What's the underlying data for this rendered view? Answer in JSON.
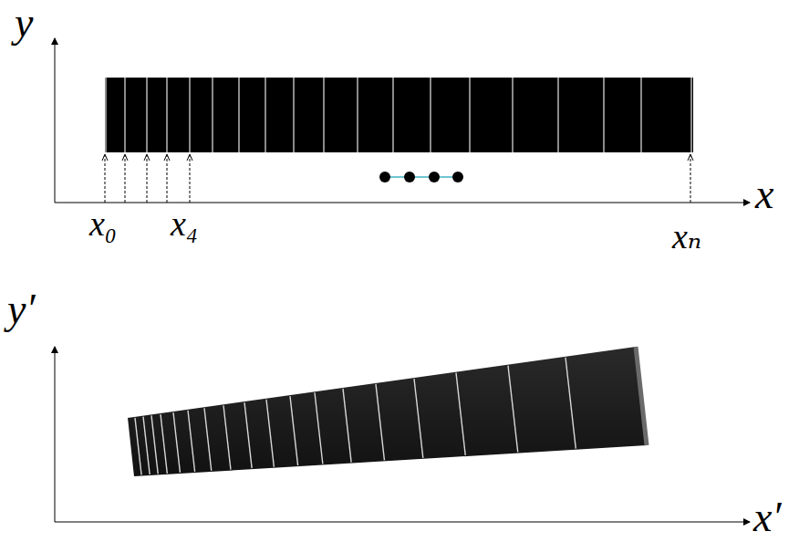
{
  "diagram": {
    "labels": [
      "y",
      "x",
      "x₀",
      "x₄",
      "xₙ",
      "y′",
      "x′"
    ]
  }
}
